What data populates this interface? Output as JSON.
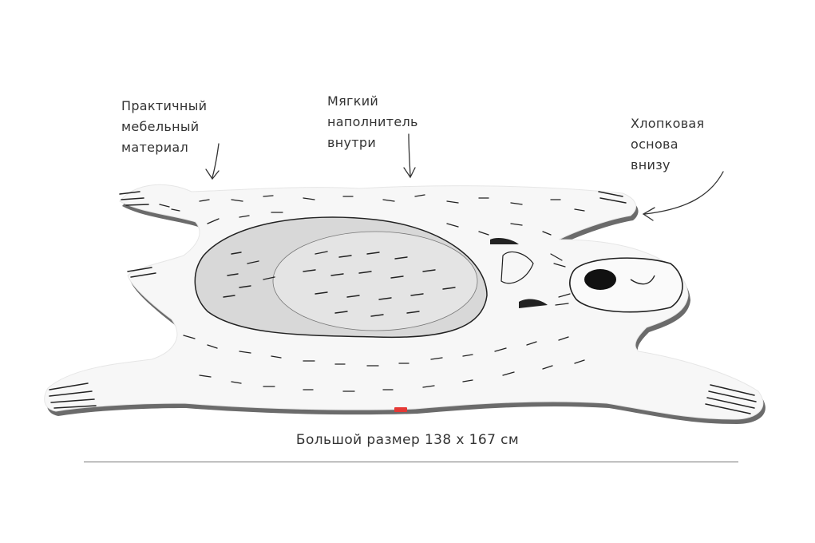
{
  "annotations": {
    "left": "Практичный\nмебельный\nматериал",
    "middle": "Мягкий\nнаполнитель\nвнутри",
    "right": "Хлопковая\nоснова\nвнизу"
  },
  "caption": "Большой размер 138 х 167 см",
  "colors": {
    "mat_white": "#f7f7f7",
    "mat_shadow": "#6b6b6b",
    "belly_grey": "#d8d8d8",
    "ink": "#222222",
    "tag_red": "#e53935"
  }
}
